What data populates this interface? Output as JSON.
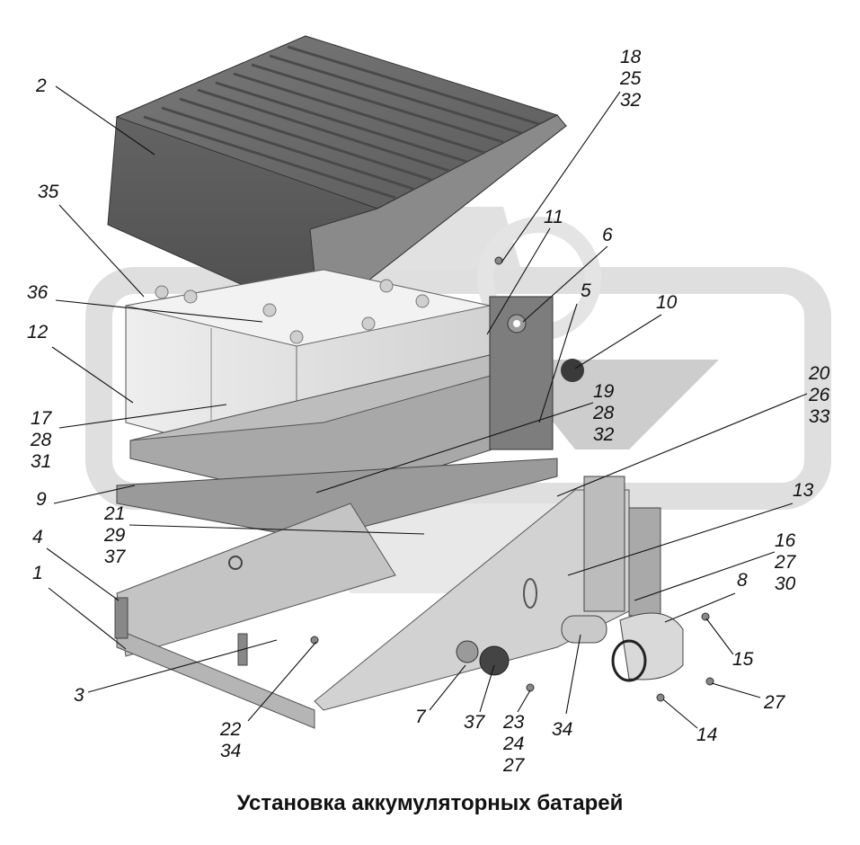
{
  "figure": {
    "caption": "Установка аккумуляторных батарей",
    "watermark_color": "#d9d9d9",
    "part_color_light": "#e4e4e4",
    "part_color_mid": "#bfbfbf",
    "part_color_dark": "#6f6f6f"
  },
  "callouts": [
    {
      "id": "c2",
      "lines": [
        "2"
      ]
    },
    {
      "id": "c18",
      "lines": [
        "18",
        "25",
        "32"
      ]
    },
    {
      "id": "c35",
      "lines": [
        "35"
      ]
    },
    {
      "id": "c11",
      "lines": [
        "11"
      ]
    },
    {
      "id": "c6",
      "lines": [
        "6"
      ]
    },
    {
      "id": "c36",
      "lines": [
        "36"
      ]
    },
    {
      "id": "c5",
      "lines": [
        "5"
      ]
    },
    {
      "id": "c10",
      "lines": [
        "10"
      ]
    },
    {
      "id": "c12",
      "lines": [
        "12"
      ]
    },
    {
      "id": "c20",
      "lines": [
        "20",
        "26",
        "33"
      ]
    },
    {
      "id": "c19",
      "lines": [
        "19",
        "28",
        "32"
      ]
    },
    {
      "id": "c17",
      "lines": [
        "17",
        "28",
        "31"
      ]
    },
    {
      "id": "c9",
      "lines": [
        "9"
      ]
    },
    {
      "id": "c13",
      "lines": [
        "13"
      ]
    },
    {
      "id": "c21",
      "lines": [
        "21",
        "29",
        "37"
      ]
    },
    {
      "id": "c4",
      "lines": [
        "4"
      ]
    },
    {
      "id": "c16",
      "lines": [
        "16",
        "27",
        "30"
      ]
    },
    {
      "id": "c1",
      "lines": [
        "1"
      ]
    },
    {
      "id": "c8",
      "lines": [
        "8"
      ]
    },
    {
      "id": "c15",
      "lines": [
        "15"
      ]
    },
    {
      "id": "c3",
      "lines": [
        "3"
      ]
    },
    {
      "id": "c27",
      "lines": [
        "27"
      ]
    },
    {
      "id": "c7",
      "lines": [
        "7"
      ]
    },
    {
      "id": "c37",
      "lines": [
        "37"
      ]
    },
    {
      "id": "c23",
      "lines": [
        "23",
        "24",
        "27"
      ]
    },
    {
      "id": "c34",
      "lines": [
        "34"
      ]
    },
    {
      "id": "c14",
      "lines": [
        "14"
      ]
    },
    {
      "id": "c22",
      "lines": [
        "22",
        "34"
      ]
    }
  ]
}
